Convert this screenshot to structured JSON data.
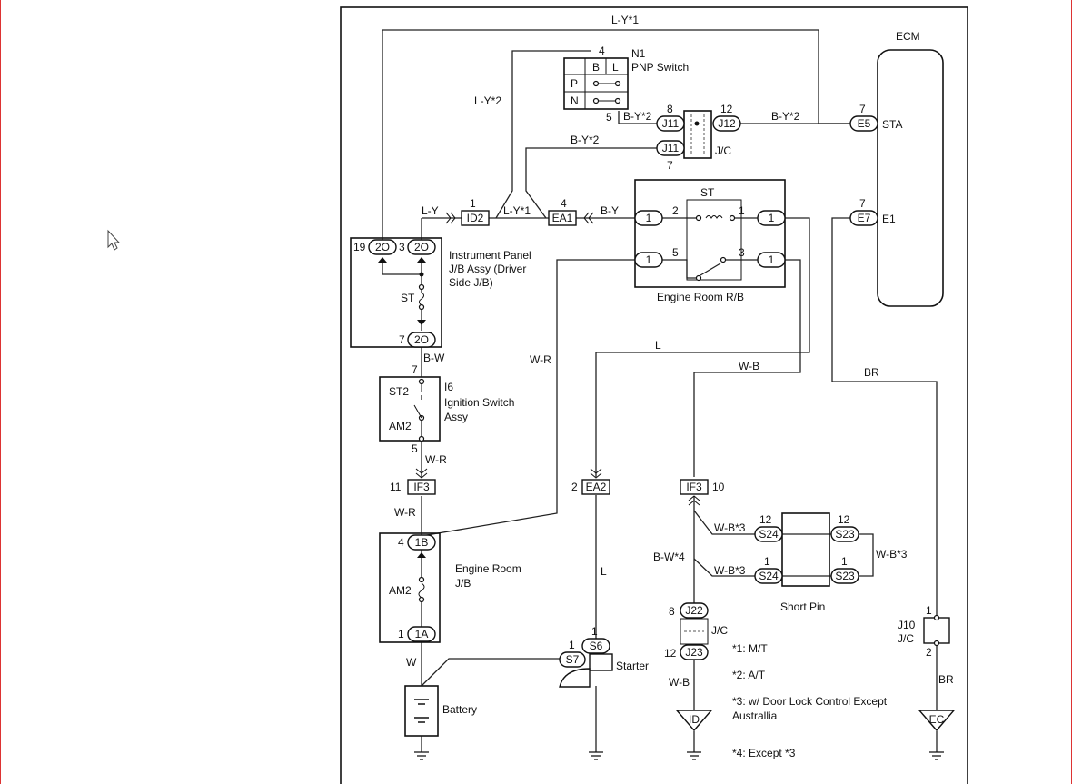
{
  "ecm": {
    "title": "ECM",
    "pin_sta": "STA",
    "pin_e1": "E1",
    "conn_e5": "E5",
    "conn_e7": "E7",
    "pin_e5_no": "7",
    "pin_e7_no": "7"
  },
  "pnp": {
    "code": "N1",
    "name": "PNP Switch",
    "pin_top": "4",
    "pin_bottom": "5",
    "col_b": "B",
    "col_l": "L",
    "row_p": "P",
    "row_n": "N"
  },
  "jc1": {
    "conn_j11a": "J11",
    "conn_j12": "J12",
    "conn_j11b": "J11",
    "label": "J/C",
    "pin_8": "8",
    "pin_12": "12",
    "pin_7": "7"
  },
  "engine_rb": {
    "title": "Engine Room R/B",
    "relay": "ST",
    "pin1": "1",
    "pin2": "2",
    "pin3": "3",
    "pin5": "5"
  },
  "instrument": {
    "name_line1": "Instrument Panel",
    "name_line2": "J/B Assy (Driver",
    "name_line3": "Side J/B)",
    "fuse": "ST",
    "conn_2o": "2O",
    "pin19": "19",
    "pin3": "3",
    "pin7": "7"
  },
  "ignition": {
    "code": "I6",
    "name_line1": "Ignition Switch",
    "name_line2": "Assy",
    "st2": "ST2",
    "am2": "AM2",
    "pin7": "7",
    "pin5": "5"
  },
  "engine_jb": {
    "name_line1": "Engine Room",
    "name_line2": "J/B",
    "fuse": "AM2",
    "conn_1b": "1B",
    "conn_1a": "1A",
    "pin4": "4",
    "pin1": "1"
  },
  "connectors": {
    "id2": "ID2",
    "id2_pin": "1",
    "ea1": "EA1",
    "ea1_pin": "4",
    "if3a": "IF3",
    "if3a_pin": "11",
    "ea2": "EA2",
    "ea2_pin": "2",
    "if3b": "IF3",
    "if3b_pin": "10"
  },
  "shortpin": {
    "title": "Short Pin",
    "s24": "S24",
    "s23": "S23",
    "pin12": "12",
    "pin1": "1"
  },
  "jc2": {
    "j22": "J22",
    "j23": "J23",
    "label": "J/C",
    "pin8": "8",
    "pin12": "12"
  },
  "jc3": {
    "code": "J10",
    "label": "J/C",
    "pin1": "1",
    "pin2": "2"
  },
  "starter": {
    "name": "Starter",
    "s6": "S6",
    "s7": "S7",
    "pin1a": "1",
    "pin1b": "1"
  },
  "battery": {
    "name": "Battery"
  },
  "grounds": {
    "id": "ID",
    "ec": "EC"
  },
  "wires": {
    "ly1_top": "L-Y*1",
    "ly2": "L-Y*2",
    "by2_a": "B-Y*2",
    "by2_b": "B-Y*2",
    "by2_c": "B-Y*2",
    "ly": "L-Y",
    "ly1": "L-Y*1",
    "by": "B-Y",
    "bw": "B-W",
    "wr_a": "W-R",
    "wr_b": "W-R",
    "wr_c": "W-R",
    "l_a": "L",
    "l_b": "L",
    "wb": "W-B",
    "br_a": "BR",
    "br_b": "BR",
    "w": "W",
    "wb3_a": "W-B*3",
    "wb3_b": "W-B*3",
    "wb3_c": "W-B*3",
    "bw4": "B-W*4",
    "wb_bottom": "W-B"
  },
  "notes": {
    "n1": "*1: M/T",
    "n2": "*2: A/T",
    "n3_line1": "*3: w/ Door Lock Control Except",
    "n3_line2": "Australlia",
    "n4": "*4: Except *3"
  }
}
